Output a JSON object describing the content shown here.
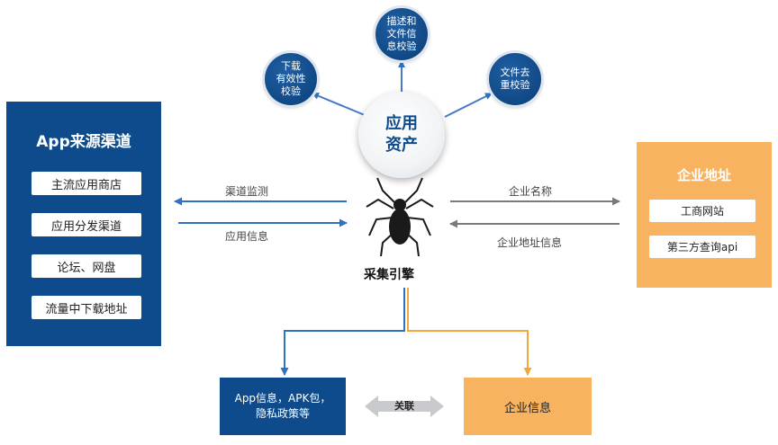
{
  "left_panel": {
    "title": "App来源渠道",
    "items": [
      "主流应用商店",
      "应用分发渠道",
      "论坛、网盘",
      "流量中下载地址"
    ]
  },
  "right_panel": {
    "title": "企业地址",
    "items": [
      "工商网站",
      "第三方查询api"
    ]
  },
  "center": {
    "main_circle": "应用\n资产",
    "satellites": [
      "下载\n有效性\n校验",
      "描述和\n文件信\n息校验",
      "文件去\n重校验"
    ],
    "engine_label": "采集引擎",
    "spider_icon": "spider-icon"
  },
  "edges": {
    "channel_monitor": "渠道监测",
    "app_info": "应用信息",
    "company_name": "企业名称",
    "company_address_info": "企业地址信息"
  },
  "bottom": {
    "app_box": "App信息，APK包，\n隐私政策等",
    "company_box": "企业信息",
    "link_label": "关联"
  },
  "colors": {
    "blue": "#0d4b8c",
    "orange": "#f7b35f",
    "arrow_blue": "#2f72c0",
    "arrow_gray": "#7a7a7a",
    "arrow_orange": "#f0a83c"
  }
}
